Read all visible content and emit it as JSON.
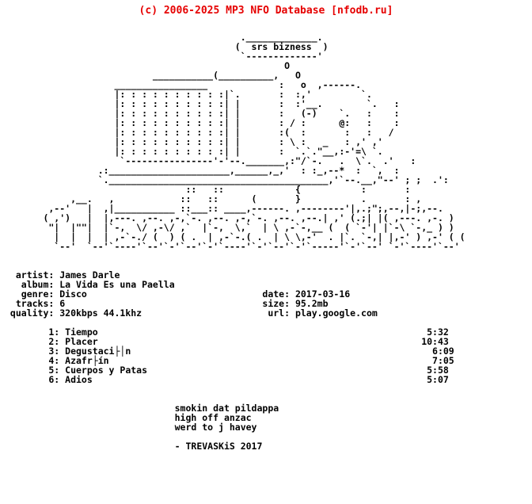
{
  "header": {
    "copyright": "(c) 2006-2025 MP3 NFO Database [nfodb.ru]",
    "color": "#e60000"
  },
  "art": {
    "bubble_text": "srs bizness",
    "scene": "figure smoking at computer desk",
    "wordmark": "trevaskis",
    "lines": [
      "                                           ._____________.",
      "                                          (  srs bizness  )",
      "                                           `-------------'",
      "                                                   O",
      "                           ___________(__________,   O",
      "                    _________________             :   o  ,------.",
      "                    |: : : : : : : : : :|`.       :  :,'         `.",
      "                    |: : : : : : : : : :| |       :  :'__.        `.   :",
      "                    |: : : : : : : : : :| |       :   (-)    `.   :    :",
      "                    |: : : : : : : : : :| |       : / :      @:   :    :",
      "                    |: : : : : : : : : :| |       :(  :       :   :   /",
      "                    |: : : : : : : : : :| |       : \\ :   _   : ,' ,'",
      "                    |: : : : : : : : : :| |       :  `.`.\"__,:-'=\\ `.",
      "                     `----------------'-'--._______,:\"/`-.   .  \\`.  .'   :",
      "                 .:______________________,______,_,'  : :_,--*  :  `,  :",
      "                 `.________________________________________,'`--.__,\"--' ; ;  .':",
      "                                 ::   ::             {           :       :",
      "            ,__.   ,            ::   ::      (       }           .       : ,",
      "        ,--'   |  ,|___________ ::___:: ____,------. ,--------'|,.;\";,--,|-;,--.",
      "       ( ,')   |  |,---. ,--. ,-,`-. ,--. ,-,`-. ,--. ,--.| ,' (.;| |( ,---. ,-. )",
      "        \"|  |\"\"|  |`-,  \\/ ,-\\/ ,`  |`-,  \\,`  | \\ ,-`-,__ (  ( `-'| |`-\\ `-,_ ) )",
      "         |  |  |  | ,-`-./ (  ) ( .  | ,-`-.( .  | \\ \\,-'  . |`. `-,| |,-' ) ,-' ( (",
      "         `--'  `--'`----'`--'`-'`--'`-'`----'`-'`--'`-'`-----'`-'`--' `-'`----'`--'"
    ]
  },
  "release": {
    "left_fields": [
      {
        "label": "artist",
        "value": "James Darle"
      },
      {
        "label": "album",
        "value": "La Vida Es una Paella"
      },
      {
        "label": "genre",
        "value": "Disco"
      },
      {
        "label": "tracks",
        "value": "6"
      },
      {
        "label": "quality",
        "value": "320kbps 44.1khz"
      }
    ],
    "right_fields": [
      {
        "label": "date",
        "value": "2017-03-16"
      },
      {
        "label": "size",
        "value": "95.2mb"
      },
      {
        "label": "url",
        "value": "play.google.com"
      }
    ]
  },
  "tracks": [
    {
      "no": "1",
      "title": "Tiempo",
      "time": "5:32",
      "time_end_col": 81
    },
    {
      "no": "2",
      "title": "Placer",
      "time": "10:43",
      "time_end_col": 81
    },
    {
      "no": "3",
      "title": "Degustaci├│n",
      "time": "6:09",
      "time_end_col": 82
    },
    {
      "no": "4",
      "title": "Azafr├ín",
      "time": "7:05",
      "time_end_col": 82
    },
    {
      "no": "5",
      "title": "Cuerpos y Patas",
      "time": "5:58",
      "time_end_col": 81
    },
    {
      "no": "6",
      "title": "Adios",
      "time": "5:07",
      "time_end_col": 81
    }
  ],
  "footer": {
    "indent_col": 31,
    "lines": [
      "smokin dat pildappa",
      "high off anzac",
      "werd to j havey",
      "",
      "- TREVASKiS 2017"
    ]
  }
}
